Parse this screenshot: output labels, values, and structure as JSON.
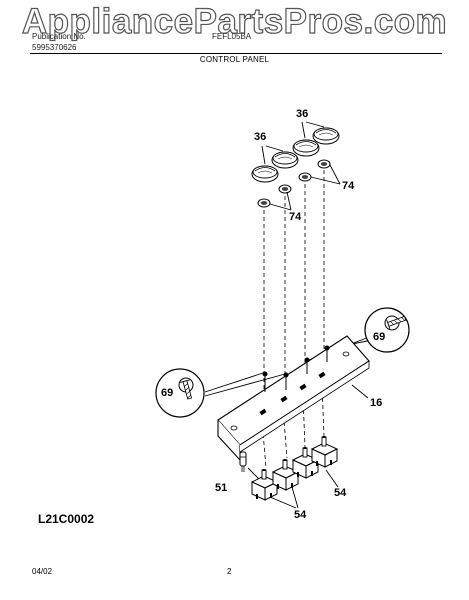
{
  "watermark": "AppliancePartsPros.com",
  "header": {
    "publication_label": "Publication No.",
    "publication_number": "5995370626",
    "model_number": "FEFL05BA"
  },
  "section_title": "CONTROL PANEL",
  "callouts": {
    "knob_upper": "36",
    "knob_left": "36",
    "bezel_right": "74",
    "bezel_center": "74",
    "screw_right": "69",
    "screw_left": "69",
    "panel": "16",
    "switch_right": "54",
    "switch_bottom": "54",
    "light": "51"
  },
  "diagram_code": "L21C0002",
  "footer": {
    "date": "04/02",
    "page": "2"
  },
  "colors": {
    "ink": "#000000",
    "watermark_outline": "#555555"
  }
}
